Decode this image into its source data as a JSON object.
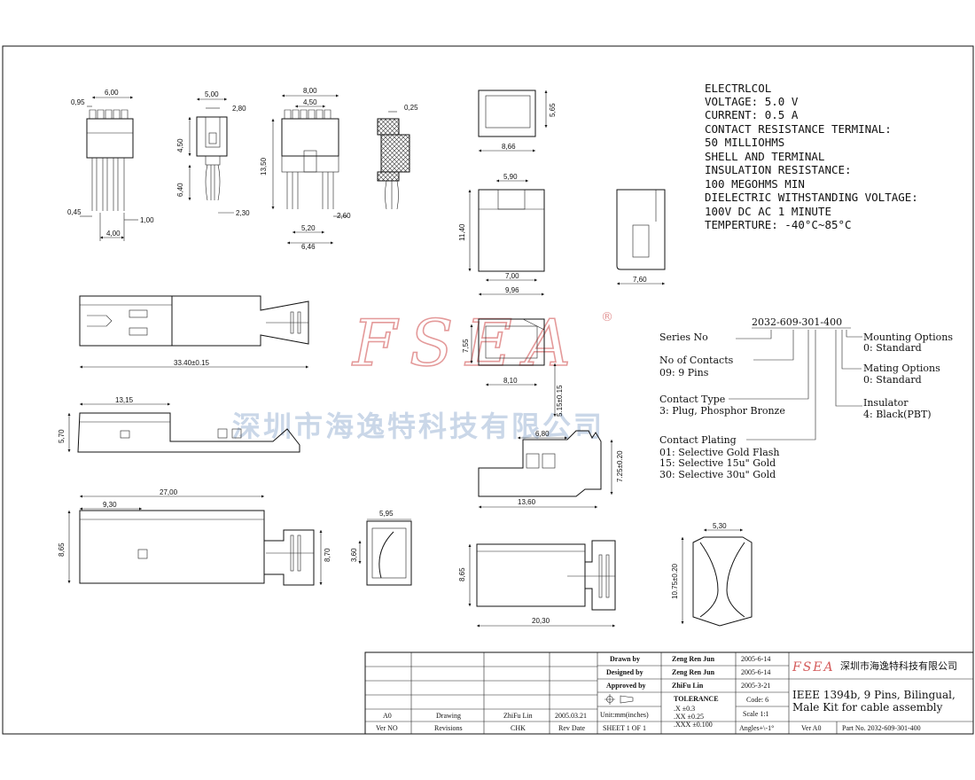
{
  "specs": {
    "lines": [
      "ELECTRLCOL",
      "VOLTAGE: 5.0 V",
      "CURRENT: 0.5 A",
      "CONTACT RESISTANCE TERMINAL:",
      "50 MILLIOHMS",
      "SHELL AND TERMINAL",
      "INSULATION RESISTANCE:",
      "100 MEGOHMS MIN",
      "DIELECTRIC WITHSTANDING VOLTAGE:",
      "100V DC AC 1 MINUTE",
      "TEMPERTURE: -40°C~85°C"
    ]
  },
  "part_number": {
    "code": "2032-609-301-400",
    "left": [
      {
        "title": "Series No",
        "detail": []
      },
      {
        "title": "No of Contacts",
        "detail": [
          "09: 9 Pins"
        ]
      },
      {
        "title": "Contact Type",
        "detail": [
          "3: Plug, Phosphor Bronze"
        ]
      },
      {
        "title": "Contact Plating",
        "detail": [
          "01: Selective Gold Flash",
          "15: Selective 15u\" Gold",
          "30: Selective 30u\" Gold"
        ]
      }
    ],
    "right": [
      {
        "title": "Mounting Options",
        "detail": [
          "0: Standard"
        ]
      },
      {
        "title": "Mating Options",
        "detail": [
          "0: Standard"
        ]
      },
      {
        "title": "Insulator",
        "detail": [
          "4: Black(PBT)"
        ]
      }
    ]
  },
  "watermark": {
    "brand": "FSEA",
    "registered": "®",
    "company_cn": "深圳市海逸特科技有限公司"
  },
  "dims": {
    "d0_95": "0,95",
    "d6_00": "6,00",
    "d5_00": "5,00",
    "d2_80": "2,80",
    "d8_00": "8,00",
    "d4_50a": "4,50",
    "d0_25": "0,25",
    "d5_65": "5,65",
    "d8_66": "8,66",
    "d4_50b": "4,50",
    "d6_40": "6,40",
    "d13_50": "13,50",
    "d0_45": "0,45",
    "d1_00": "1,00",
    "d4_00": "4,00",
    "d2_30": "2,30",
    "d2_60": "2,60",
    "d5_20": "5,20",
    "d6_46": "6,46",
    "d5_90": "5,90",
    "d11_40": "11,40",
    "d7_00": "7,00",
    "d9_96": "9,96",
    "d7_60": "7,60",
    "d33_40": "33.40±0.15",
    "d7_55": "7,55",
    "d8_10": "8,10",
    "d5_15": "5.15±0.15",
    "d13_15": "13,15",
    "d5_70": "5,70",
    "d6_80": "6,80",
    "d7_25": "7.25±0.20",
    "d13_60": "13,60",
    "d27_00": "27,00",
    "d9_30": "9,30",
    "d8_65a": "8,65",
    "d8_70": "8,70",
    "d5_95": "5,95",
    "d3_60": "3,60",
    "d8_65b": "8,65",
    "d20_30": "20,30",
    "d5_30": "5,30",
    "d10_75": "10.75±0.20"
  },
  "title_block": {
    "rev_row": {
      "ver": "A0",
      "revision": "Drawing",
      "chk": "ZhiFu Lin",
      "date": "2005.03.21"
    },
    "rev_header": {
      "ver": "Ver NO",
      "revision": "Revisions",
      "chk": "CHK",
      "date": "Rev Date"
    },
    "drawn_label": "Drawn by",
    "drawn_name": "Zeng Ren Jun",
    "drawn_date": "2005-6-14",
    "designed_label": "Designed by",
    "designed_name": "Zeng Ren Jun",
    "designed_date": "2005-6-14",
    "approved_label": "Approved by",
    "approved_name": "ZhiFu Lin",
    "approved_date": "2005-3-21",
    "tolerance_label": "TOLERANCE",
    "tol_x": ".X     ±0.3",
    "tol_xx": ".XX    ±0.25",
    "tol_xxx": ".XXX   ±0.100",
    "unit": "Unit:mm(inches)",
    "sheet": "SHEET 1 OF 1",
    "code": "Code: 6",
    "scale": "Scale 1:1",
    "angles": "Angles+\\-1°",
    "logo": "FSEA",
    "company": "深圳市海逸特科技有限公司",
    "title1": "IEEE 1394b, 9 Pins, Bilingual,",
    "title2": "Male Kit for cable assembly",
    "ver": "Ver A0",
    "part_no": "Part No. 2032-609-301-400"
  }
}
